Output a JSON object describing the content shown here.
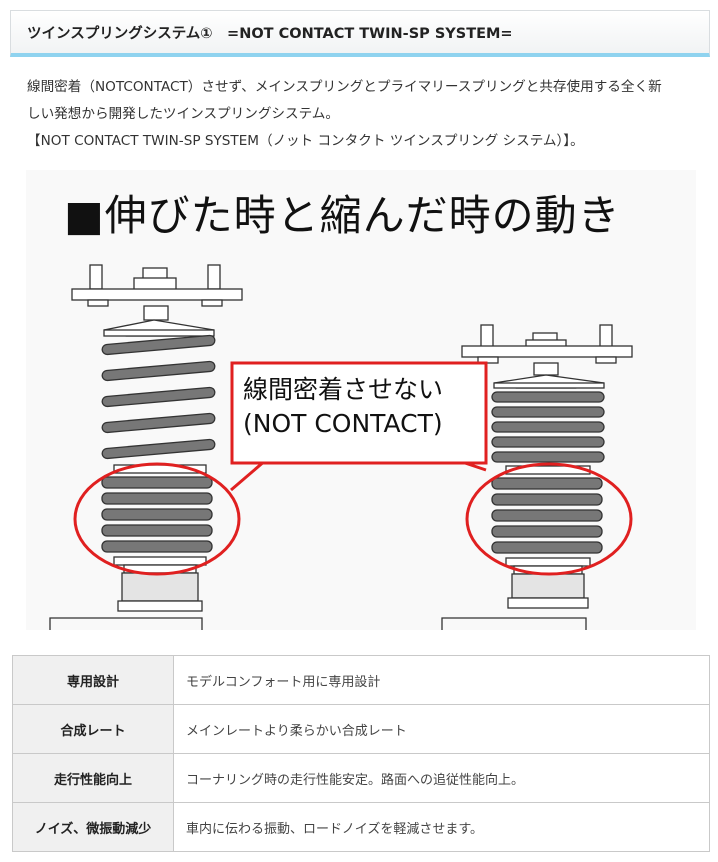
{
  "heading": {
    "title": "ツインスプリングシステム①　=NOT CONTACT TWIN-SP SYSTEM="
  },
  "description": {
    "line1": "線間密着（NOTCONTACT）させず、メインスプリングとプライマリースプリングと共存使用する全く新",
    "line2": "しい発想から開発したツインスプリングシステム。",
    "line3": "【NOT CONTACT TWIN-SP SYSTEM（ノット コンタクト ツインスプリング システム）】。"
  },
  "figure": {
    "title": "■伸びた時と縮んだ時の動き",
    "callout_line1": "線間密着させない",
    "callout_line2": "(NOT CONTACT)",
    "colors": {
      "highlight": "#e02020",
      "spring": "#777777",
      "outline": "#333333"
    }
  },
  "spec_table": {
    "rows": [
      {
        "label": "専用設計",
        "value": "モデルコンフォート用に専用設計"
      },
      {
        "label": "合成レート",
        "value": "メインレートより柔らかい合成レート"
      },
      {
        "label": "走行性能向上",
        "value": "コーナリング時の走行性能安定。路面への追従性能向上。"
      },
      {
        "label": "ノイズ、微振動減少",
        "value": "車内に伝わる振動、ロードノイズを軽減させます。"
      }
    ]
  }
}
